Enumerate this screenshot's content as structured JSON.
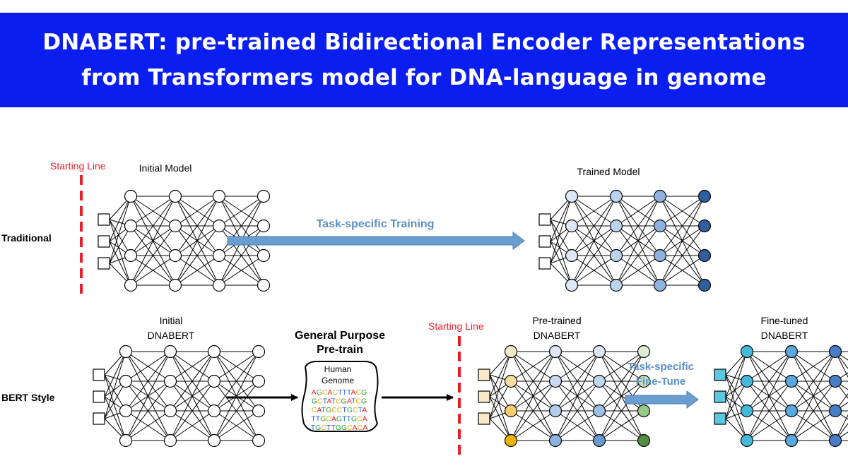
{
  "title": {
    "line1": "DNABERT: pre-trained Bidirectional Encoder Representations",
    "line2": "from Transformers model for DNA-language in genome"
  },
  "rows": {
    "traditional": "Traditional",
    "bert": "BERT Style"
  },
  "labels": {
    "starting_line_1": "Starting Line",
    "starting_line_2": "Starting Line",
    "initial_model": "Initial Model",
    "trained_model": "Trained Model",
    "initial_dnabert_1": "Initial",
    "initial_dnabert_2": "DNABERT",
    "pretrained_1": "Pre-trained",
    "pretrained_2": "DNABERT",
    "finetuned_1": "Fine-tuned",
    "finetuned_2": "DNABERT",
    "task_training": "Task-specific Training",
    "pretrain_1": "General Purpose",
    "pretrain_2": "Pre-train",
    "finetune_1": "Task-specific",
    "finetune_2": "Fine-Tune"
  },
  "genome": {
    "title_1": "Human",
    "title_2": "Genome",
    "sequences": [
      "AGCACTTTACG",
      "GCTATCGATCG",
      "CATGCCTGCTA",
      "TTGCAGTTGCA",
      "TGCTTGGCACA"
    ]
  },
  "colors": {
    "banner": "#0a1ef0",
    "starting_line": "#e8202a",
    "arrow_blue": "#6a9ed0",
    "arrow_label_blue": "#5b8fc8",
    "base_A": "#e8202a",
    "base_C": "#f0a800",
    "base_G": "#2e9e3a",
    "base_T": "#2a6ad8"
  }
}
